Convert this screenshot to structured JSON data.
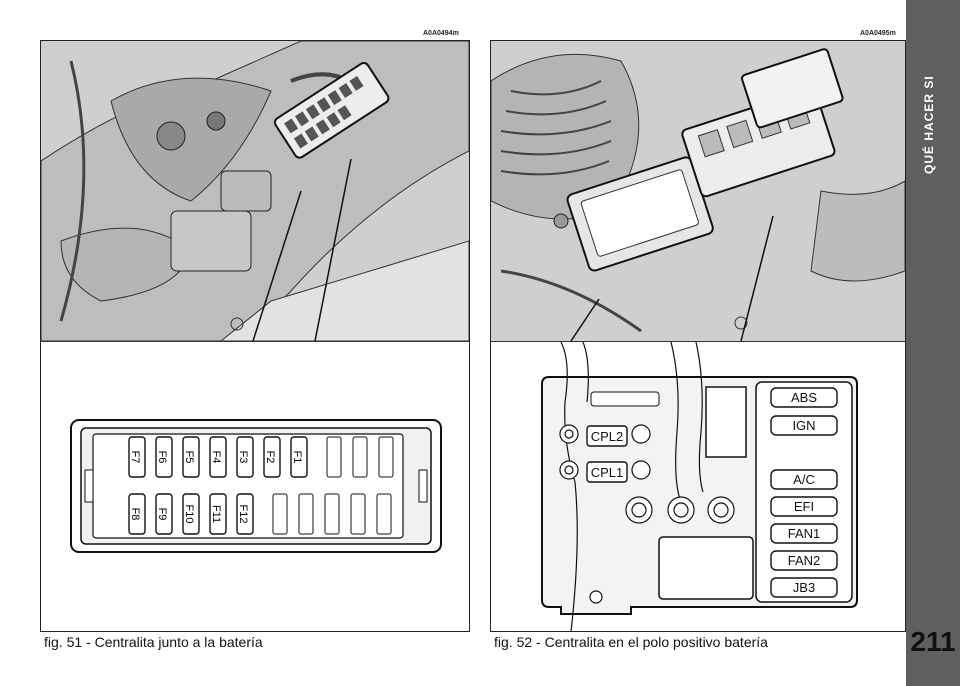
{
  "figure_left": {
    "code": "A0A0494m",
    "caption": "fig. 51 - Centralita junto a la batería",
    "fuses_top": [
      "F7",
      "F6",
      "F5",
      "F4",
      "F3",
      "F2",
      "F1"
    ],
    "fuses_bottom": [
      "F8",
      "F9",
      "F10",
      "F11",
      "F12"
    ]
  },
  "figure_right": {
    "code": "A0A0495m",
    "caption": "fig. 52 - Centralita en el polo positivo batería",
    "connectors": [
      "CPL2",
      "CPL1"
    ],
    "relays": [
      "ABS",
      "IGN",
      "A/C",
      "EFI",
      "FAN1",
      "FAN2",
      "JB3"
    ]
  },
  "sidebar": {
    "section_title": "QUÉ HACER SI"
  },
  "page": {
    "number": "211"
  }
}
